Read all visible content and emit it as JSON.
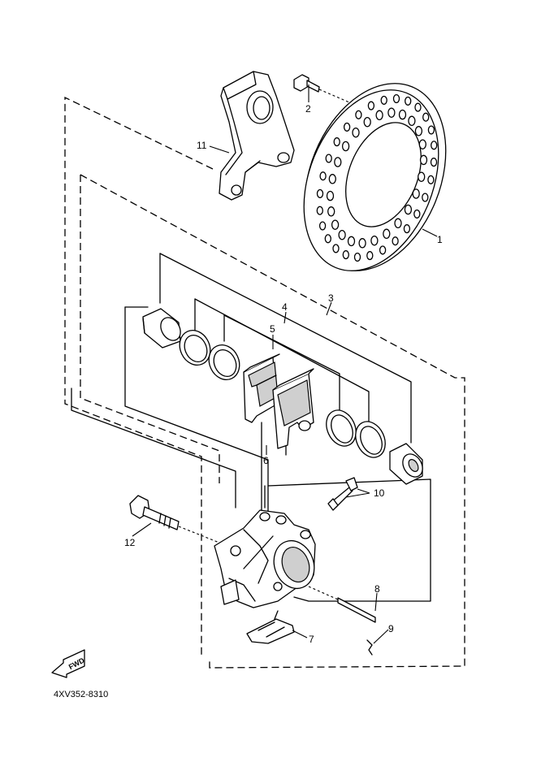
{
  "diagram": {
    "drawing_code": "4XV352-8310",
    "fwd_label": "FWD",
    "callouts": {
      "c1": "1",
      "c2": "2",
      "c3": "3",
      "c4": "4",
      "c5": "5",
      "c6": "6",
      "c7": "7",
      "c8": "8",
      "c9": "9",
      "c10": "10",
      "c11": "11",
      "c12": "12"
    }
  }
}
